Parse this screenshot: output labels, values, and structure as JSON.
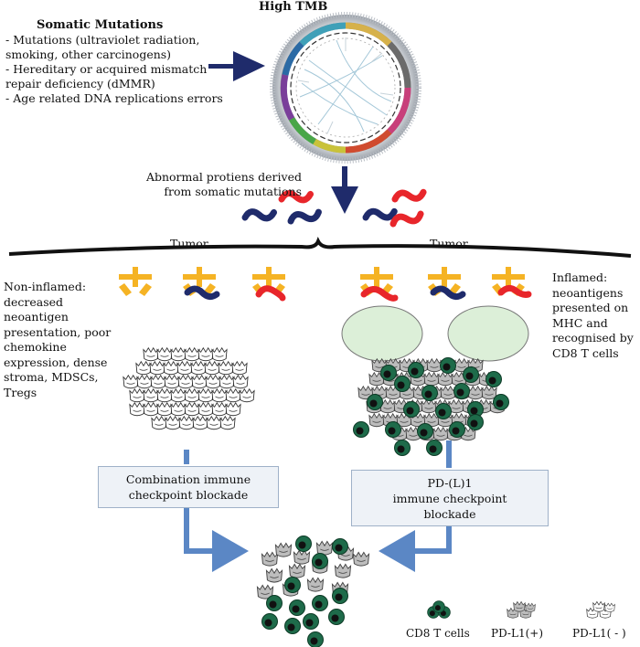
{
  "title": "High TMB",
  "somatic": {
    "heading": "Somatic Mutations",
    "lines": [
      " - Mutations (ultraviolet radiation,",
      "smoking, other carcinogens)",
      " - Hereditary or acquired mismatch",
      "repair deficiency (dMMR)",
      " - Age related DNA replications errors"
    ]
  },
  "abnormal": [
    "Abnormal protiens derived",
    "from somatic mutations"
  ],
  "tumor_left": "Tumor",
  "tumor_right": "Tumor",
  "non_inflamed": [
    "Non-inflamed:",
    "decreased",
    "neoantigen",
    "presentation, poor",
    "chemokine",
    "expression, dense",
    "stroma, MDSCs,",
    "Tregs"
  ],
  "inflamed": [
    "Inflamed:",
    "neoantigens",
    "presented on",
    "MHC and",
    "recognised by",
    "CD8 T cells"
  ],
  "box_left": [
    "Combination immune",
    "checkpoint blockade"
  ],
  "box_right": [
    "PD-(L)1",
    "immune checkpoint",
    "blockade"
  ],
  "legend": {
    "cd8": "CD8 T cells",
    "pdl1_pos": "PD-L1(+)",
    "pdl1_neg": "PD-L1( - )"
  },
  "colors": {
    "navy": "#1f2b6b",
    "red": "#e8262b",
    "yellow": "#f5b324",
    "arrow_blue": "#5b87c5",
    "tcell_green": "#1e6b4a",
    "cell_green_fill": "#dcefd8",
    "box_fill": "#eef2f7"
  }
}
